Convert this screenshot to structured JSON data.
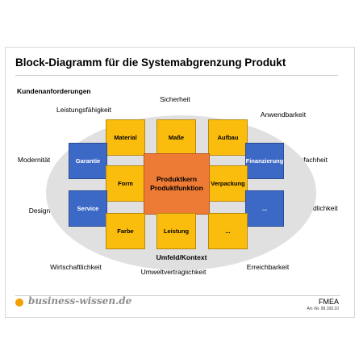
{
  "title": "Block-Diagramm für die Systemabgrenzung Produkt",
  "section_heading": "Kundenanforderungen",
  "requirements": {
    "sicherheit": "Sicherheit",
    "leistungsfaehigkeit": "Leistungsfähigkeit",
    "anwendbarkeit": "Anwendbarkeit",
    "modernitaet": "Modernität",
    "einfachheit": "Einfachheit",
    "design": "Design",
    "verstaendlichkeit": "Verständlichkeit",
    "wirtschaftlichkeit": "Wirtschaftlichkeit",
    "erreichbarkeit": "Erreichbarkeit",
    "umweltvertraeglichkeit": "Umweltverträglichkeit"
  },
  "blocks": {
    "material": "Material",
    "masse": "Maße",
    "aufbau": "Aufbau",
    "garantie": "Garantie",
    "finanzierung": "Finanzierung",
    "form": "Form",
    "core": "Produktkern Produktfunktion",
    "verpackung": "Verpackung",
    "service": "Service",
    "blue_more": "...",
    "farbe": "Farbe",
    "leistung": "Leistung",
    "yellow_more": "..."
  },
  "context_label": "Umfeld/Kontext",
  "footer": {
    "brand": "business-wissen.de",
    "doc_type": "FMEA",
    "article_number": "Art.-Nr. 99.100.10"
  },
  "colors": {
    "yellow_block": "#fbbd0d",
    "blue_block": "#3d69c6",
    "core_block": "#ee7b35",
    "ellipse": "#e0e0e0",
    "brand_dot": "#f0a000"
  }
}
